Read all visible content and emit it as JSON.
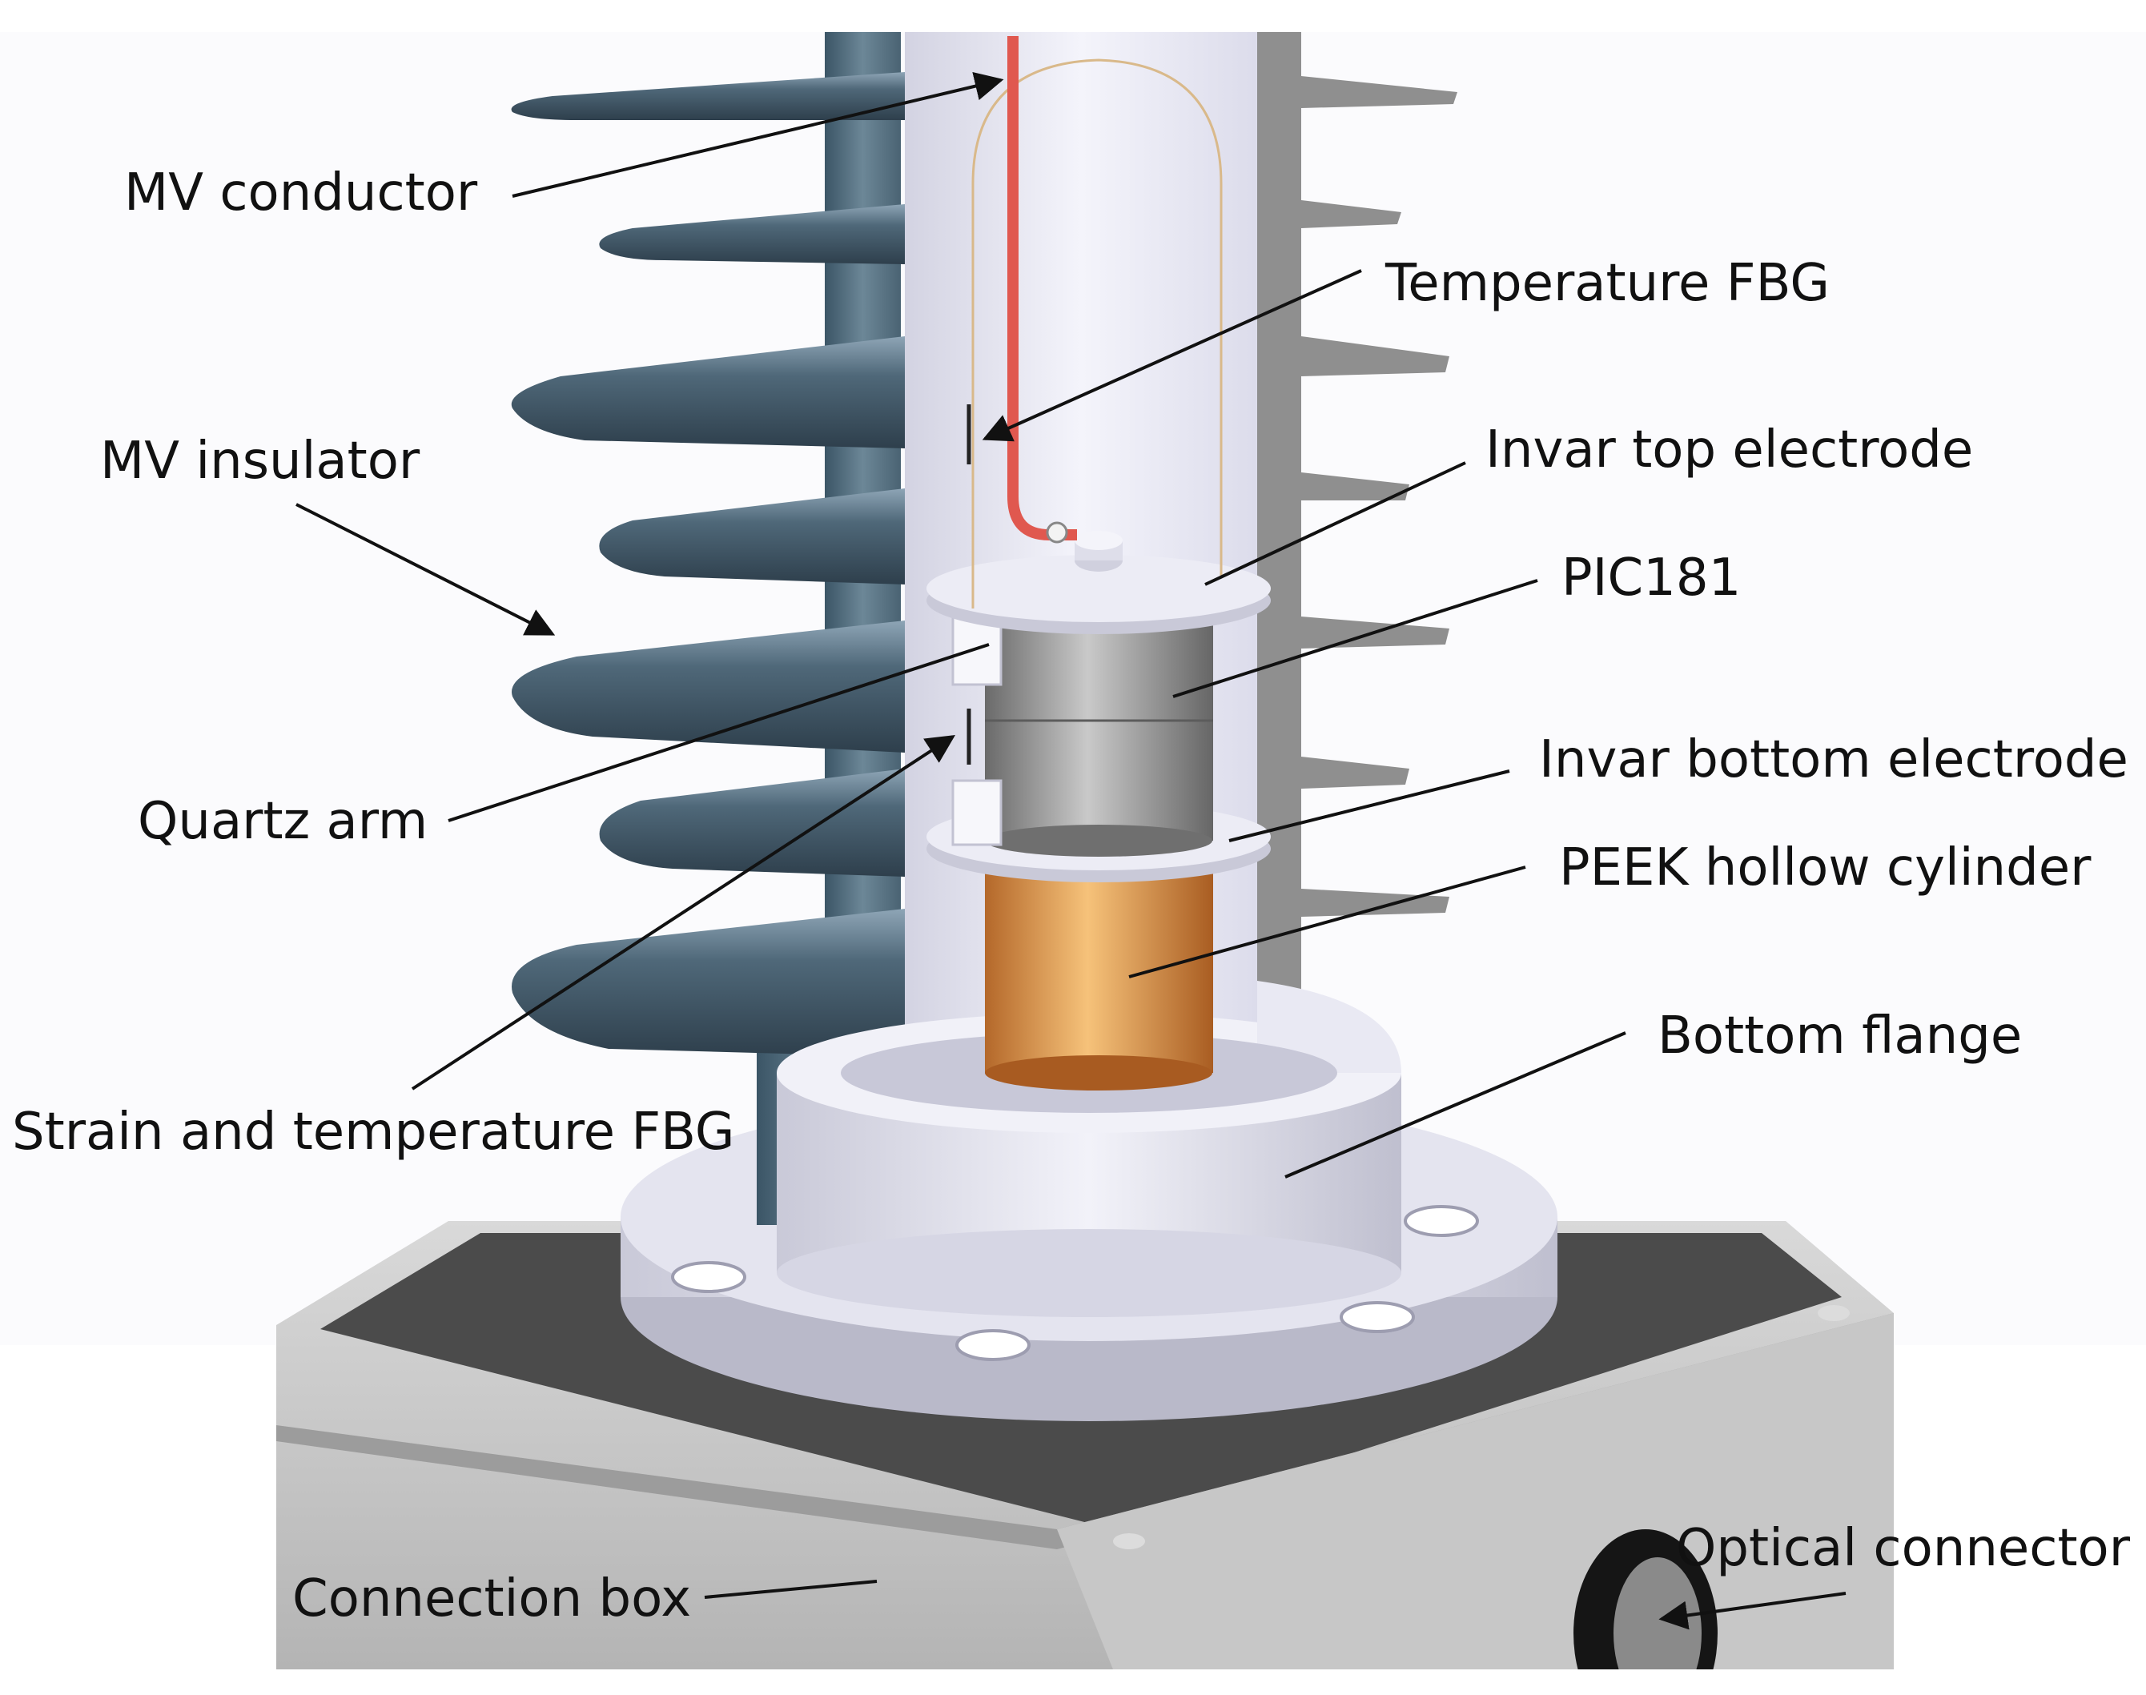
{
  "figure": {
    "labels": {
      "mv_conductor": "MV conductor",
      "temperature_fbg": "Temperature FBG",
      "mv_insulator": "MV insulator",
      "invar_top_electrode": "Invar top electrode",
      "pic181": "PIC181",
      "quartz_arm": "Quartz arm",
      "invar_bottom_electrode": "Invar bottom electrode",
      "peek_hollow_cylinder": "PEEK hollow cylinder",
      "bottom_flange": "Bottom flange",
      "strain_and_temperature_fbg": "Strain and temperature FBG",
      "connection_box": "Connection box",
      "optical_connector": "Optical connector"
    },
    "colors": {
      "insulator_shed": "#4f6879",
      "insulator_bore": "#e7e7f3",
      "flange": "#dcdce9",
      "peek": "#d98a3c",
      "pic181": "#8e8e8e",
      "conductor": "#e0584f",
      "box_top": "#4b4b4b",
      "box_side": "#c3c3c3"
    }
  }
}
